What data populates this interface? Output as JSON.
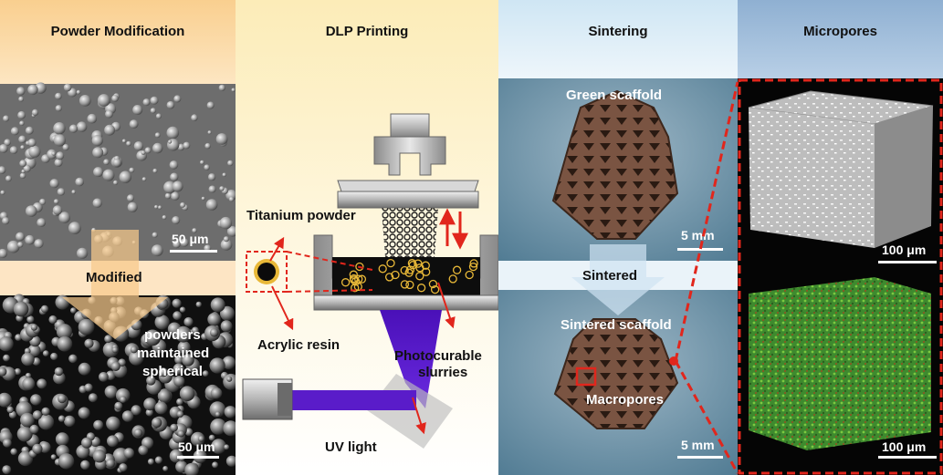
{
  "headers": {
    "powder": "Powder Modification",
    "dlp": "DLP Printing",
    "sintering": "Sintering",
    "micropores": "Micropores"
  },
  "powder": {
    "scale_top": "50 μm",
    "arrow_label": "Modified",
    "note_line1": "powders",
    "note_line2": "maintained",
    "note_line3": "spherical",
    "scale_bottom": "50 μm"
  },
  "dlp": {
    "titanium_powder": "Titanium powder",
    "acrylic_resin": "Acrylic resin",
    "photocurable_line1": "Photocurable",
    "photocurable_line2": "slurries",
    "uv_light": "UV light"
  },
  "sintering": {
    "green_scaffold": "Green scaffold",
    "scale_top": "5 mm",
    "sintered": "Sintered",
    "sintered_scaffold": "Sintered scaffold",
    "macropores": "Macropores",
    "scale_bottom": "5 mm"
  },
  "micropores": {
    "scale_top": "100 μm",
    "scale_bottom": "100 μm"
  },
  "colors": {
    "header_orange": "#fbd9a6",
    "header_yellow": "#fdf3cc",
    "header_blue_light": "#d9ecf7",
    "header_blue": "#9ab8d6",
    "accent_red": "#e1261c",
    "uv_purple": "#5a1cc9"
  }
}
